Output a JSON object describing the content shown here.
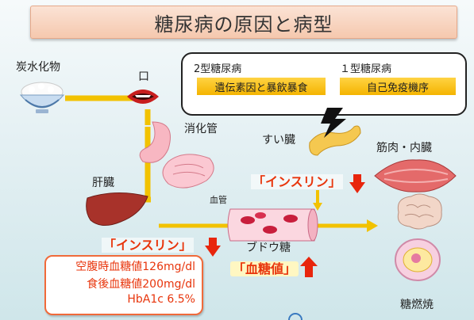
{
  "title": "糖尿病の原因と病型",
  "labels": {
    "carbs": "炭水化物",
    "mouth": "口",
    "digestive": "消化管",
    "pancreas": "すい臓",
    "muscle": "筋肉・内臓",
    "liver": "肝臓",
    "vessel": "血管",
    "glucose": "ブドウ糖",
    "burn": "糖燃焼"
  },
  "types": [
    {
      "name": "2型糖尿病",
      "cause": "遺伝素因と暴飲暴食"
    },
    {
      "name": "１型糖尿病",
      "cause": "自己免疫機序"
    }
  ],
  "insulin_label": "「インスリン」",
  "blood_sugar_label": "「血糖値」",
  "criteria": {
    "fasting": "空腹時血糖値126mg/dl",
    "postprandial": "食後血糖値200mg/dl",
    "hba1c": "HbA1c 6.5%"
  },
  "colors": {
    "flow": "#f2c200",
    "arrow_red": "#e8250c",
    "accent_text": "#e8350c"
  }
}
